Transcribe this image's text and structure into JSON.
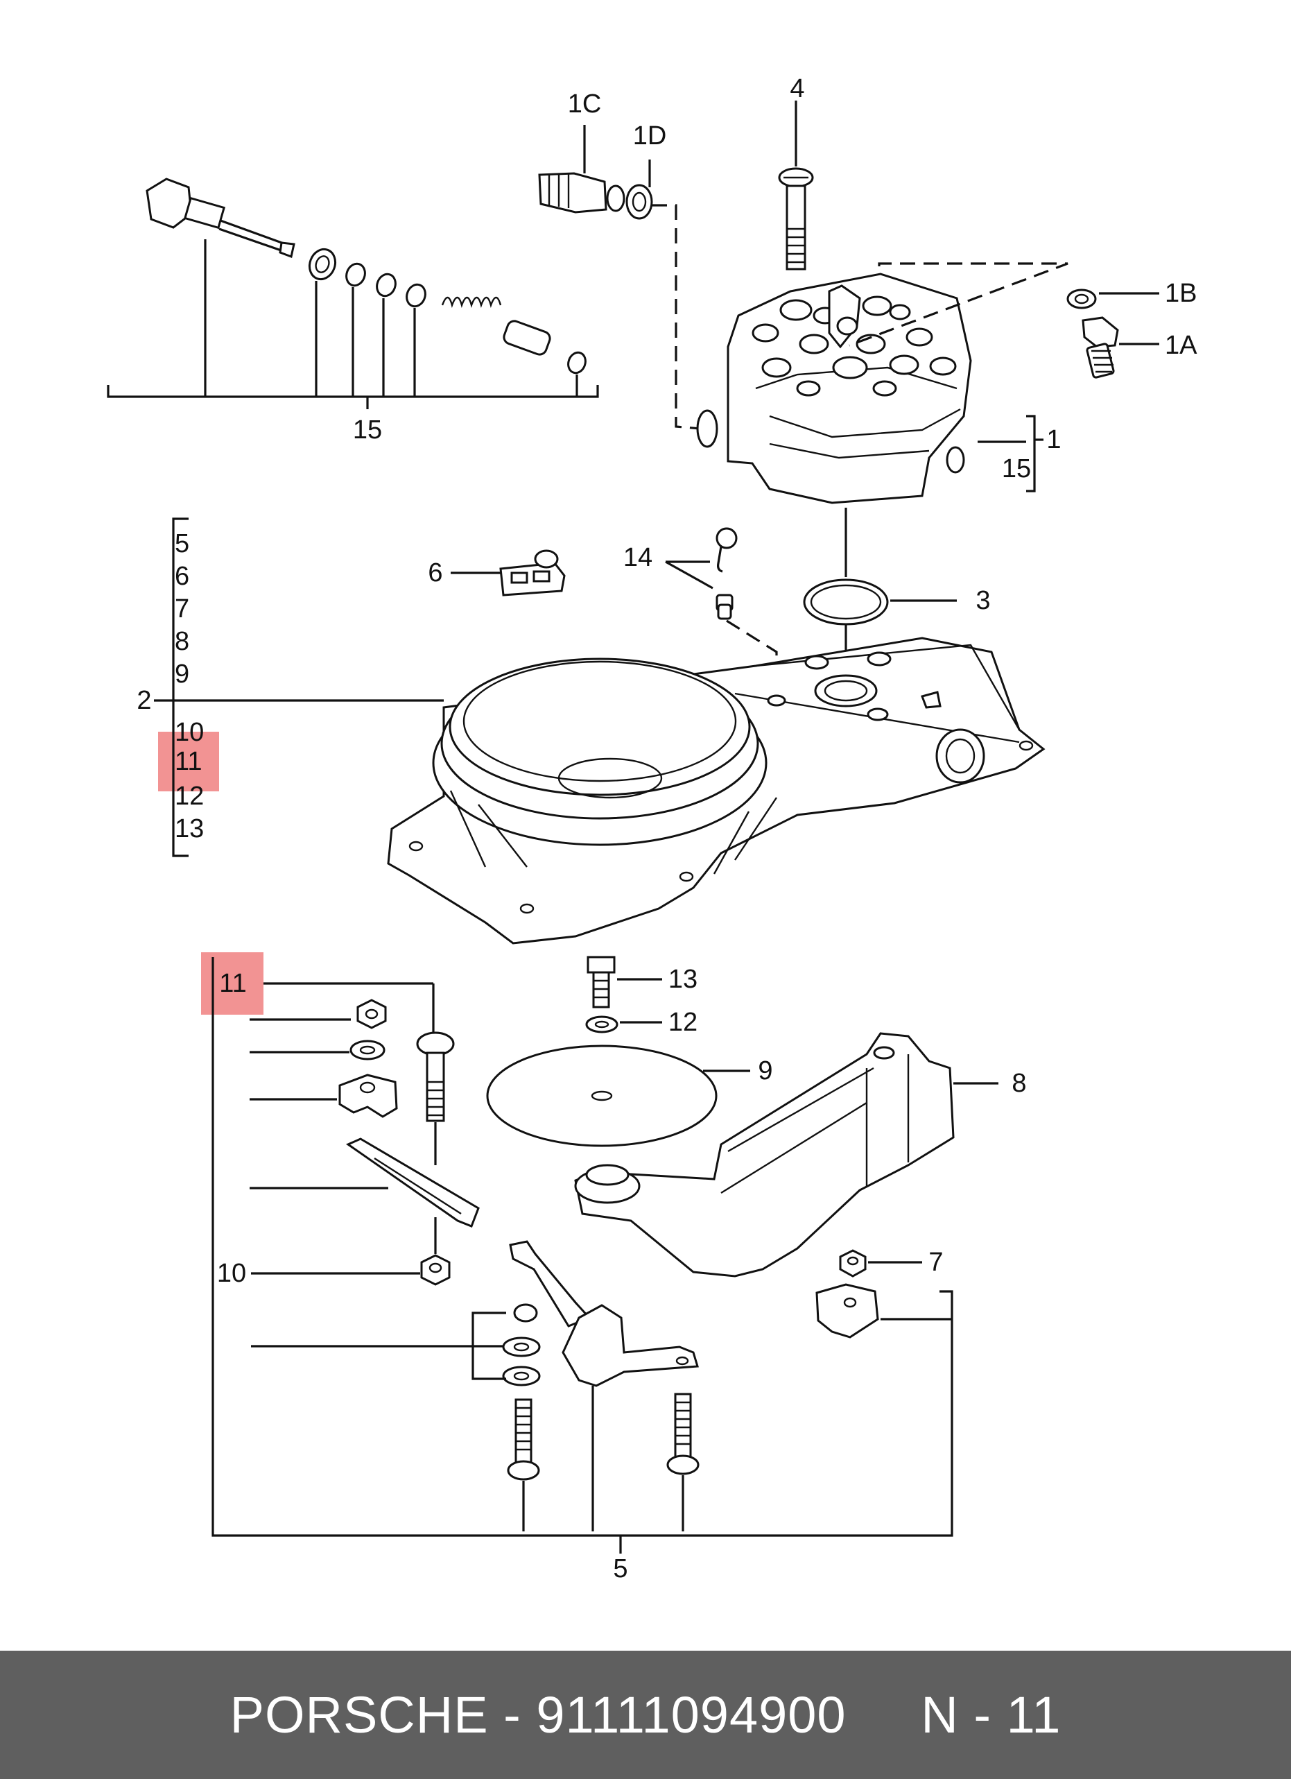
{
  "highlight_color": "#f08080",
  "footer": {
    "brand": "PORSCHE",
    "separator": "-",
    "part_number": "91111094900",
    "ref": "N - 11"
  },
  "labels": {
    "l1": "1",
    "l1A": "1A",
    "l1B": "1B",
    "l1C": "1C",
    "l1D": "1D",
    "l2": "2",
    "l3": "3",
    "l4": "4",
    "l5": "5",
    "l6": "6",
    "l7": "7",
    "l8": "8",
    "l9": "9",
    "l10": "10",
    "l11": "11",
    "l12": "12",
    "l13": "13",
    "l14": "14",
    "l15": "15"
  },
  "bracket_list": [
    "5",
    "6",
    "7",
    "8",
    "9",
    "10",
    "11",
    "12",
    "13"
  ]
}
